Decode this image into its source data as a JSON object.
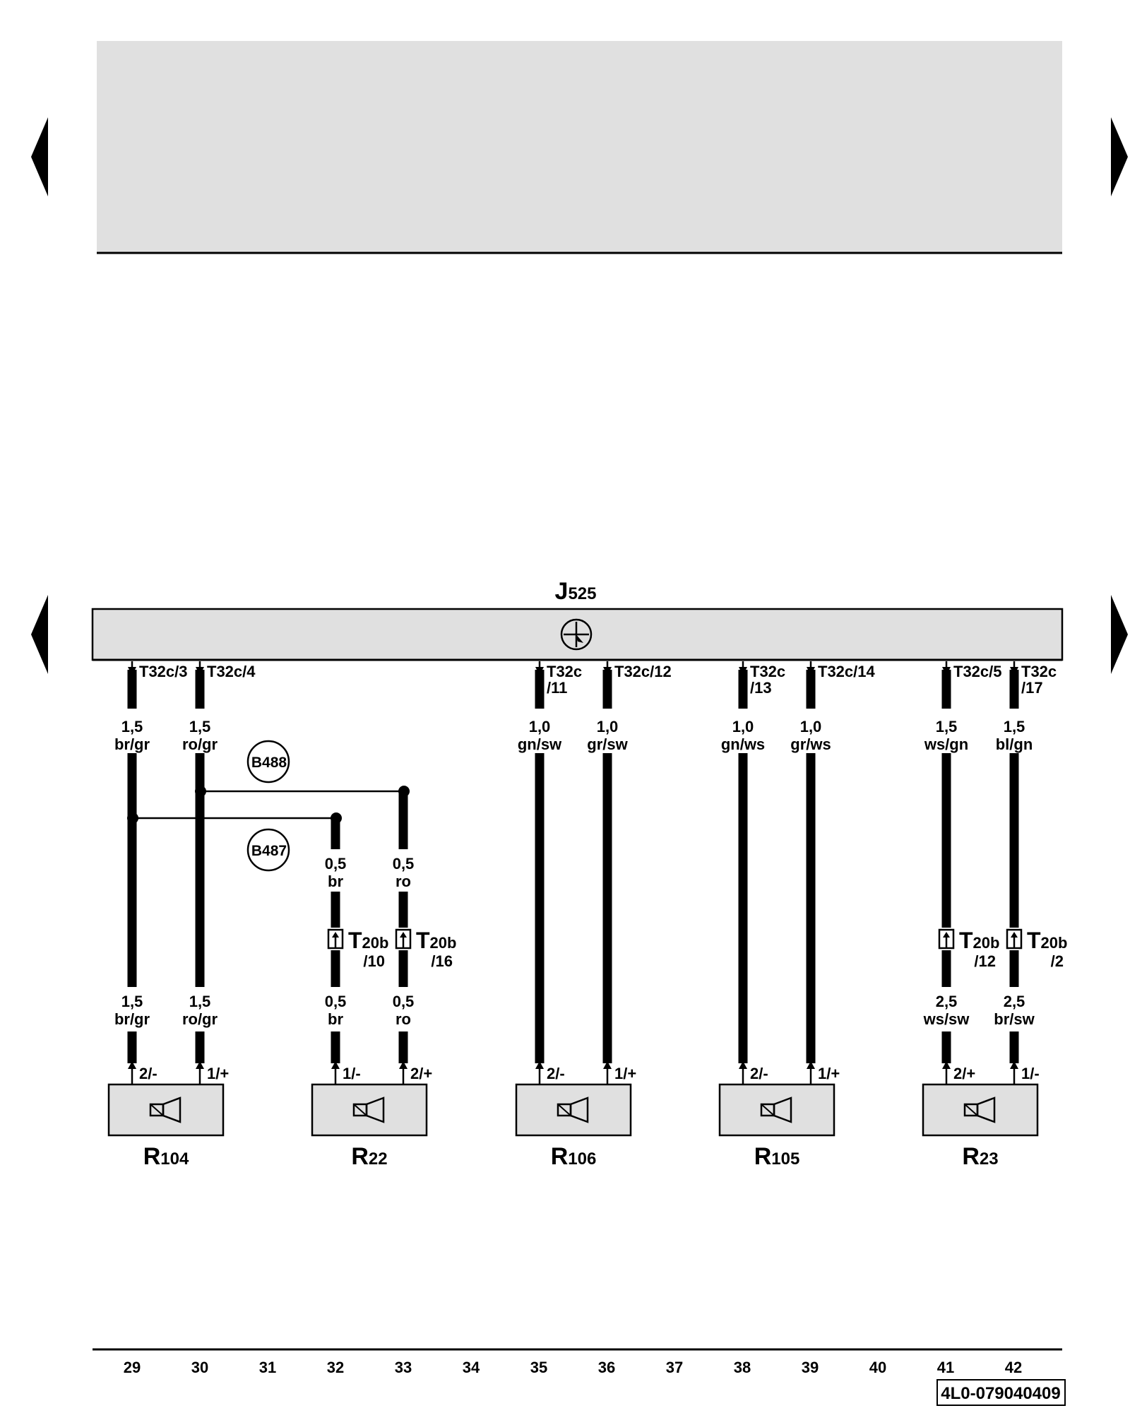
{
  "module": {
    "name": "J",
    "sub": "525"
  },
  "wires": [
    {
      "id": "w29",
      "conn_top": "T32c/3",
      "conn_top2": "",
      "top_size": "1,5",
      "top_color": "br/gr",
      "bot_size": "1,5",
      "bot_color": "br/gr",
      "pin": "2/-"
    },
    {
      "id": "w30",
      "conn_top": "T32c/4",
      "conn_top2": "",
      "top_size": "1,5",
      "top_color": "ro/gr",
      "bot_size": "1,5",
      "bot_color": "ro/gr",
      "pin": "1/+"
    },
    {
      "id": "w32",
      "conn_top": "",
      "conn_top2": "",
      "top_size": "0,5",
      "top_color": "br",
      "bot_size": "0,5",
      "bot_color": "br",
      "pin": "1/-"
    },
    {
      "id": "w33",
      "conn_top": "",
      "conn_top2": "",
      "top_size": "0,5",
      "top_color": "ro",
      "bot_size": "0,5",
      "bot_color": "ro",
      "pin": "2/+"
    },
    {
      "id": "w35",
      "conn_top": "T32c",
      "conn_top2": "/11",
      "top_size": "1,0",
      "top_color": "gn/sw",
      "bot_size": "",
      "bot_color": "",
      "pin": "2/-"
    },
    {
      "id": "w36",
      "conn_top": "T32c/12",
      "conn_top2": "",
      "top_size": "1,0",
      "top_color": "gr/sw",
      "bot_size": "",
      "bot_color": "",
      "pin": "1/+"
    },
    {
      "id": "w38",
      "conn_top": "T32c",
      "conn_top2": "/13",
      "top_size": "1,0",
      "top_color": "gn/ws",
      "bot_size": "",
      "bot_color": "",
      "pin": "2/-"
    },
    {
      "id": "w39",
      "conn_top": "T32c/14",
      "conn_top2": "",
      "top_size": "1,0",
      "top_color": "gr/ws",
      "bot_size": "",
      "bot_color": "",
      "pin": "1/+"
    },
    {
      "id": "w41",
      "conn_top": "T32c/5",
      "conn_top2": "",
      "top_size": "1,5",
      "top_color": "ws/gn",
      "bot_size": "2,5",
      "bot_color": "ws/sw",
      "pin": "2/+"
    },
    {
      "id": "w42",
      "conn_top": "T32c",
      "conn_top2": "/17",
      "top_size": "1,5",
      "top_color": "bl/gn",
      "bot_size": "2,5",
      "bot_color": "br/sw",
      "pin": "1/-"
    }
  ],
  "connectors": [
    {
      "name": "T",
      "sub": "20b",
      "pin": "/10"
    },
    {
      "name": "T",
      "sub": "20b",
      "pin": "/16"
    },
    {
      "name": "T",
      "sub": "20b",
      "pin": "/12"
    },
    {
      "name": "T",
      "sub": "20b",
      "pin": "/2"
    }
  ],
  "junctions": [
    "B488",
    "B487"
  ],
  "components": [
    {
      "name": "R",
      "sub": "104"
    },
    {
      "name": "R",
      "sub": "22"
    },
    {
      "name": "R",
      "sub": "106"
    },
    {
      "name": "R",
      "sub": "105"
    },
    {
      "name": "R",
      "sub": "23"
    }
  ],
  "tracks": [
    "29",
    "30",
    "31",
    "32",
    "33",
    "34",
    "35",
    "36",
    "37",
    "38",
    "39",
    "40",
    "41",
    "42"
  ],
  "doc_id": "4L0-079040409",
  "colors": {
    "box_fill": "#e0e0e0",
    "line": "#000000"
  },
  "icons": [
    "nav-prev-icon",
    "nav-next-icon",
    "speaker-icon",
    "ground-control-icon",
    "connector-icon"
  ]
}
